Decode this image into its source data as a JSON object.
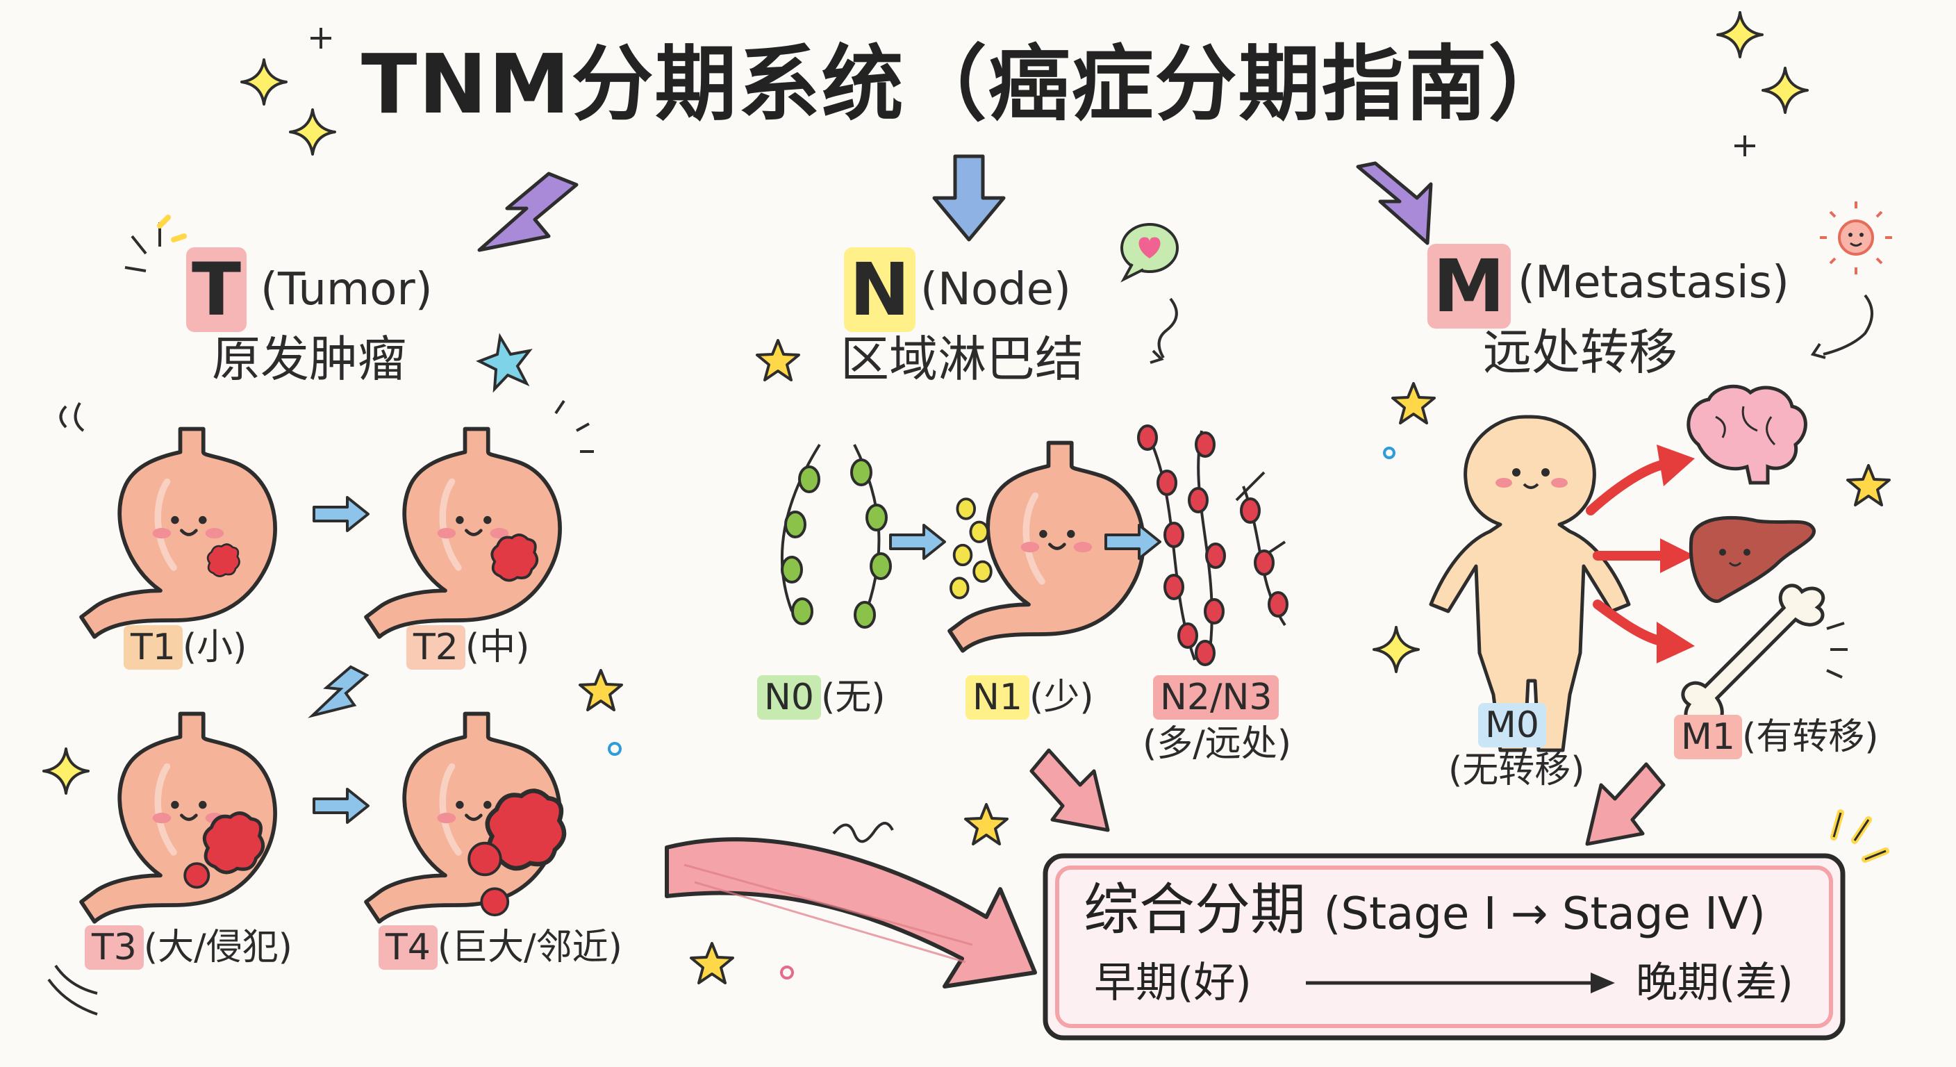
{
  "title": "TNM分期系统（癌症分期指南）",
  "t": {
    "letter": "T",
    "english": "(Tumor)",
    "chinese": "原发肿瘤",
    "stages": [
      {
        "code": "T1",
        "desc": "(小)"
      },
      {
        "code": "T2",
        "desc": "(中)"
      },
      {
        "code": "T3",
        "desc": "(大/侵犯)"
      },
      {
        "code": "T4",
        "desc": "(巨大/邻近)"
      }
    ]
  },
  "n": {
    "letter": "N",
    "english": "(Node)",
    "chinese": "区域淋巴结",
    "stages": [
      {
        "code": "N0",
        "desc": "(无)"
      },
      {
        "code": "N1",
        "desc": "(少)"
      },
      {
        "code": "N2/N3",
        "desc": "(多/远处)"
      }
    ]
  },
  "m": {
    "letter": "M",
    "english": "(Metastasis)",
    "chinese": "远处转移",
    "stages": [
      {
        "code": "M0",
        "desc": "(无转移)"
      },
      {
        "code": "M1",
        "desc": "(有转移)"
      }
    ]
  },
  "summary": {
    "heading": "综合分期",
    "range": "(Stage I → Stage IV)",
    "early": "早期(好)",
    "late": "晚期(差)"
  },
  "colors": {
    "stomach": "#f5b39a",
    "tumor": "#e23a45",
    "node_green": "#8bc34a",
    "node_yellow": "#f3e34a",
    "node_red": "#e0414e",
    "arrow_purple": "#a98ad8",
    "arrow_blue": "#8fb2e4",
    "arrow_pink": "#f4a3a8",
    "arrow_red": "#e53c3c",
    "star": "#ffd84a",
    "box_border": "#2b2b2b",
    "box_fill": "#fdf0f2"
  },
  "icons": [
    "sparkle-icon",
    "star-icon",
    "heart-bubble-icon",
    "sun-face-icon",
    "brain-icon",
    "liver-icon",
    "bone-icon",
    "body-figure-icon",
    "stomach-icon",
    "lymph-node-chain-icon"
  ]
}
